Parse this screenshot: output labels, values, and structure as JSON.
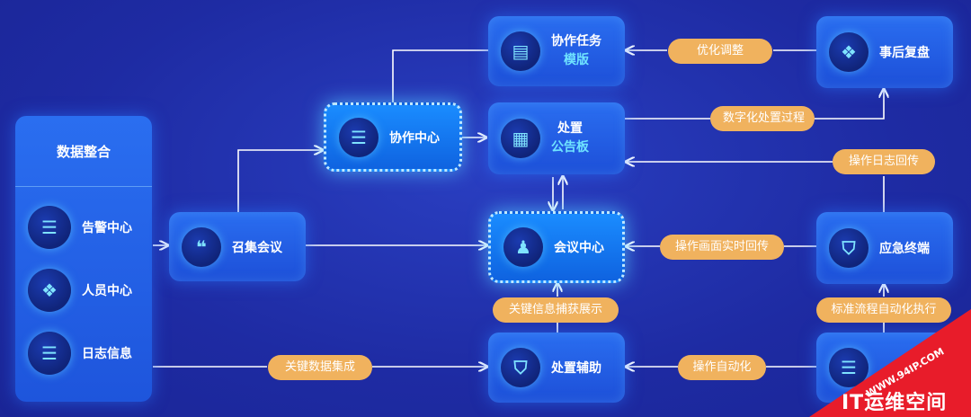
{
  "panel": {
    "title": "数据整合",
    "items": [
      {
        "label": "告警中心",
        "icon": "server-stack-icon"
      },
      {
        "label": "人员中心",
        "icon": "people-cubes-icon"
      },
      {
        "label": "日志信息",
        "icon": "log-stack-icon"
      }
    ]
  },
  "nodes": {
    "convene": {
      "label": "召集会议",
      "icon": "chat-bubble-icon"
    },
    "coop_center": {
      "label": "协作中心",
      "icon": "server-stack-icon"
    },
    "coop_template": {
      "line1": "协作任务",
      "line2": "模版",
      "icon": "document-icon"
    },
    "bulletin": {
      "line1": "处置",
      "line2": "公告板",
      "icon": "board-icon"
    },
    "meeting_center": {
      "label": "会议中心",
      "icon": "meeting-people-icon"
    },
    "postmortem": {
      "label": "事后复盘",
      "icon": "cubes-icon"
    },
    "emergency": {
      "label": "应急终端",
      "icon": "shield-icon"
    },
    "assist": {
      "label": "处置辅助",
      "icon": "shield-icon"
    }
  },
  "pills": {
    "optimize": "优化调整",
    "digitize": "数字化处置过程",
    "log_return": "操作日志回传",
    "screen_return": "操作画面实时回传",
    "capture": "关键信息捕获展示",
    "standard_flow": "标准流程自动化执行",
    "integration": "关键数据集成",
    "automation": "操作自动化"
  },
  "watermark": {
    "url": "WWW.94IP.COM",
    "brand": "IT运维空间"
  },
  "colors": {
    "background": "#1f2fa8",
    "node": "#2a6ef0",
    "pill": "#f0b25e",
    "ribbon": "#e81c2a",
    "accent": "#6fe3ff"
  }
}
